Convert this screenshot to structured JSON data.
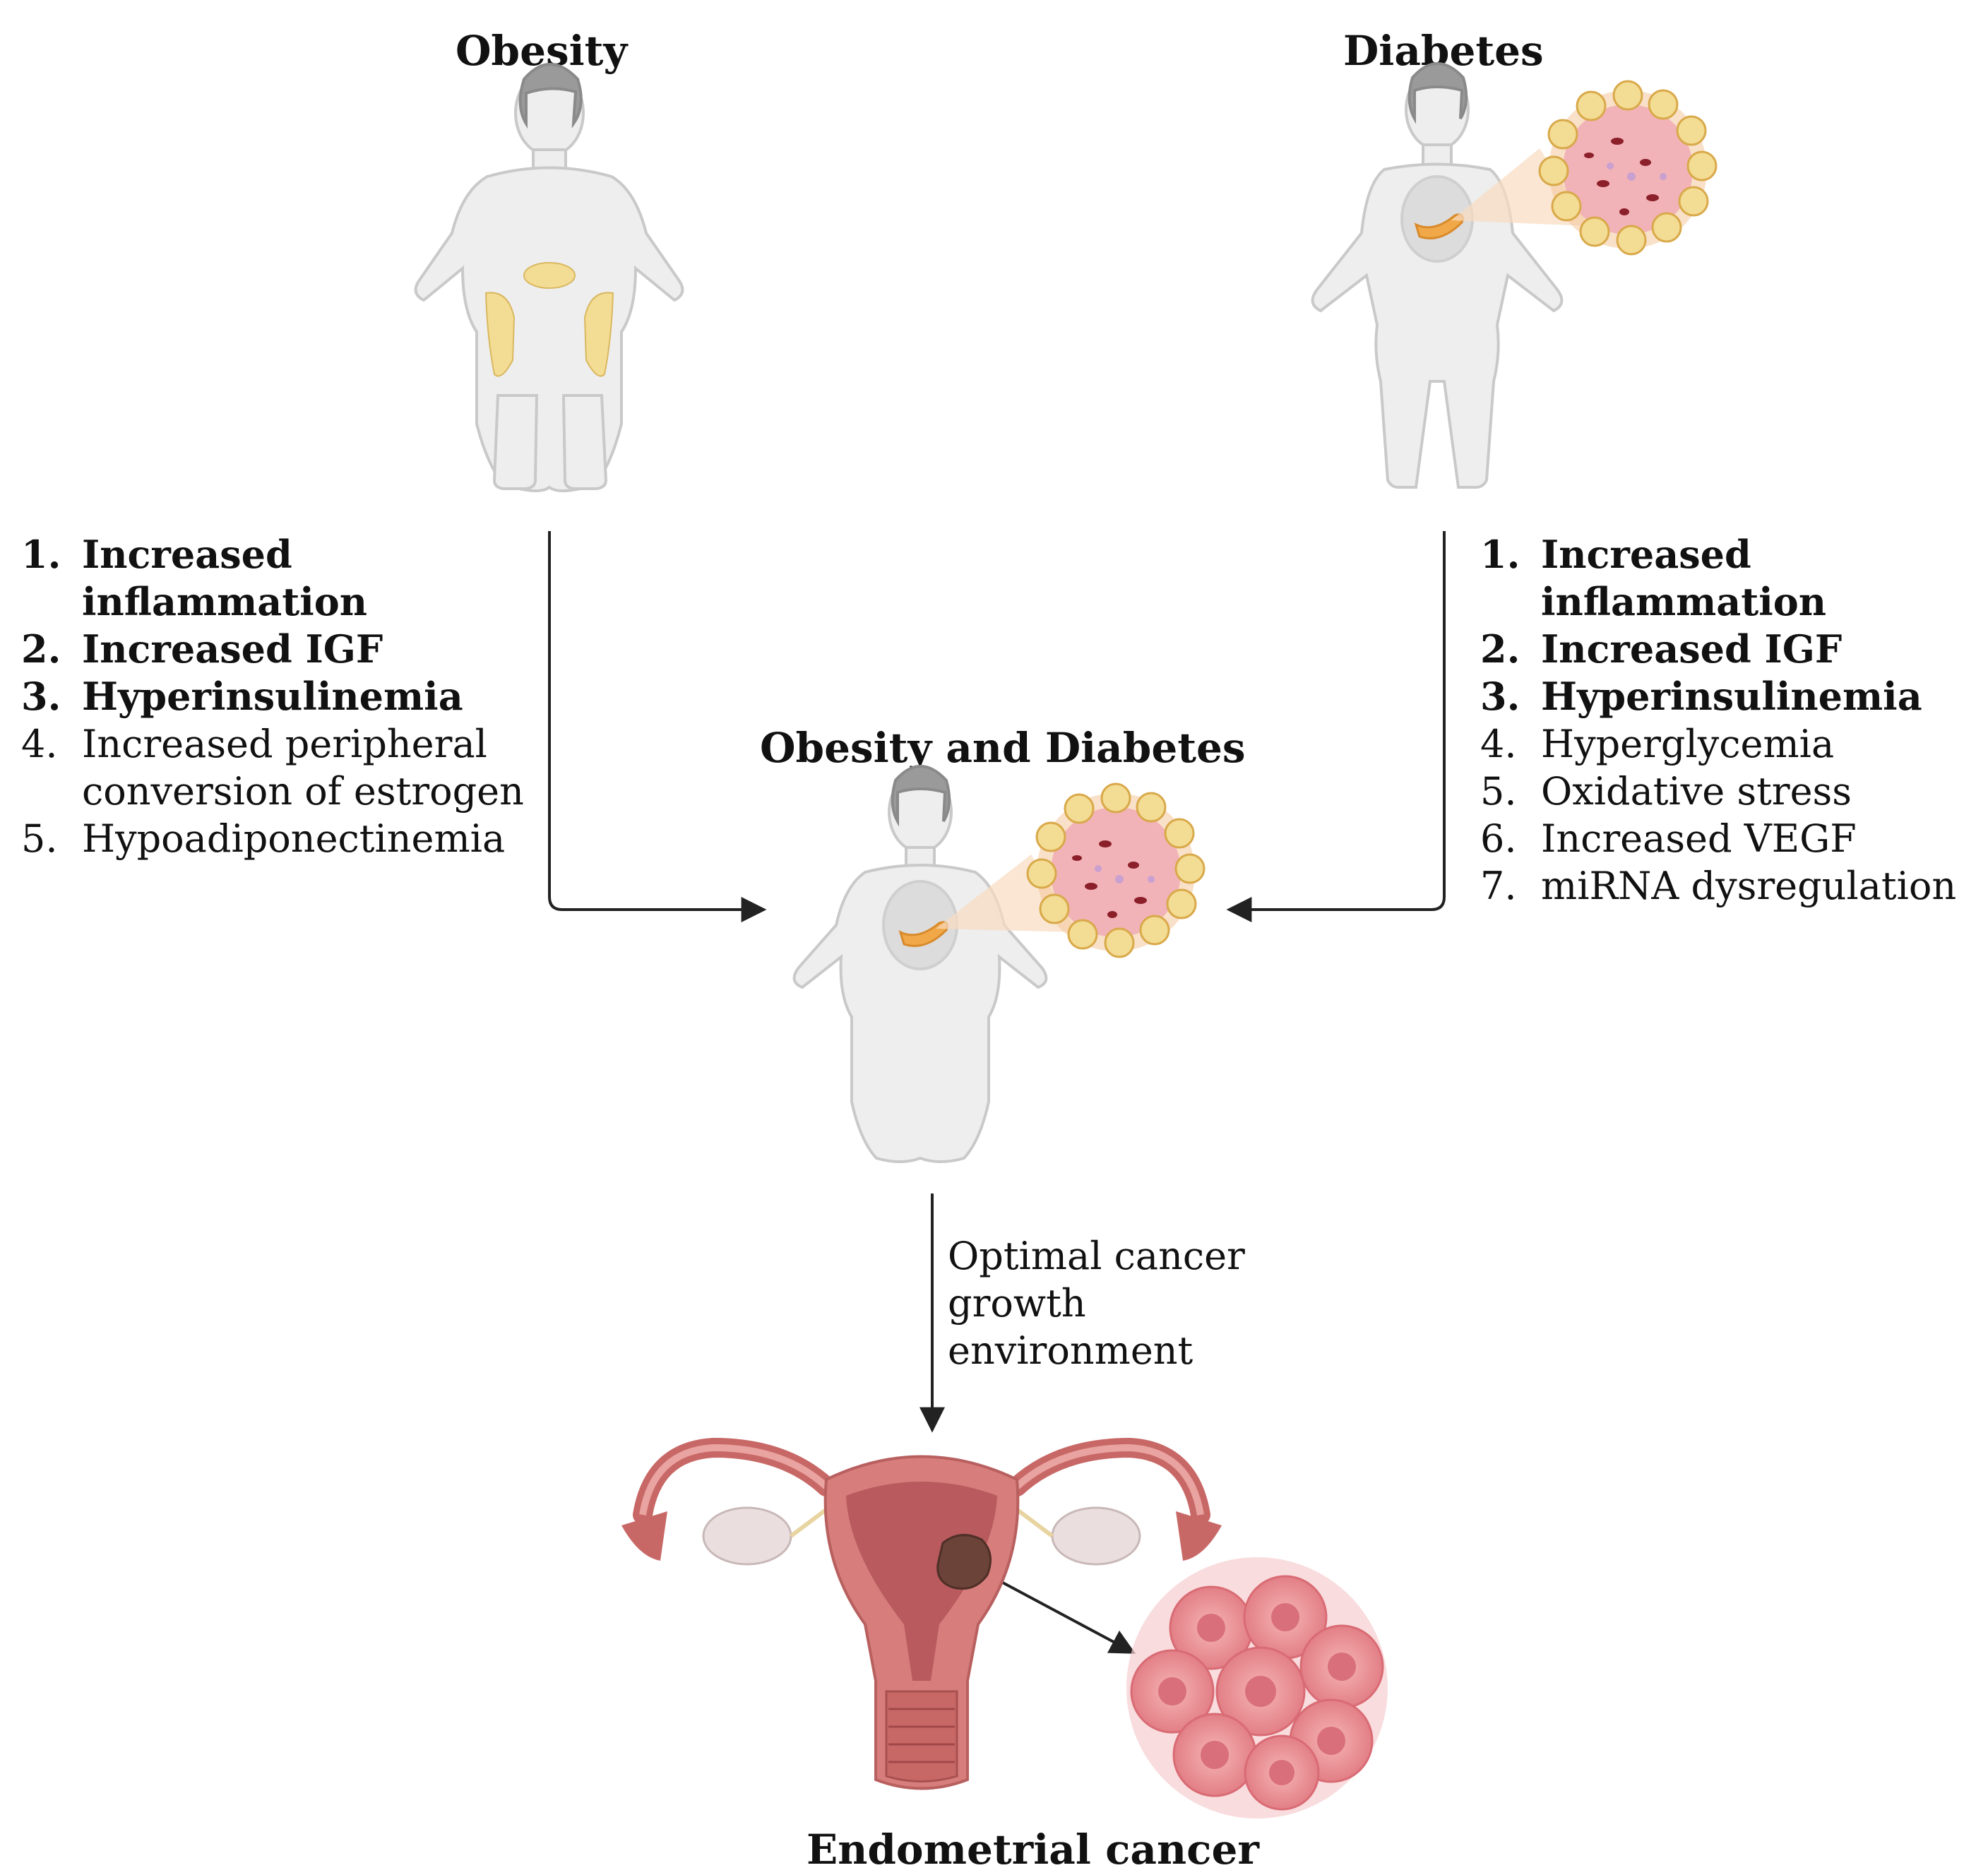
{
  "obesity": {
    "title": "Obesity",
    "factors": [
      {
        "num": "1.",
        "text": "Increased inflammation",
        "bold": true
      },
      {
        "num": "2.",
        "text": "Increased IGF",
        "bold": true
      },
      {
        "num": "3.",
        "text": "Hyperinsulinemia",
        "bold": true
      },
      {
        "num": "4.",
        "text": "Increased peripheral conversion of estrogen",
        "bold": false
      },
      {
        "num": "5.",
        "text": "Hypoadiponectinemia",
        "bold": false
      }
    ]
  },
  "diabetes": {
    "title": "Diabetes",
    "factors": [
      {
        "num": "1.",
        "text": "Increased inflammation",
        "bold": true
      },
      {
        "num": "2.",
        "text": "Increased IGF",
        "bold": true
      },
      {
        "num": "3.",
        "text": "Hyperinsulinemia",
        "bold": true
      },
      {
        "num": "4.",
        "text": "Hyperglycemia",
        "bold": false
      },
      {
        "num": "5.",
        "text": "Oxidative stress",
        "bold": false
      },
      {
        "num": "6.",
        "text": "Increased VEGF",
        "bold": false
      },
      {
        "num": "7.",
        "text": "miRNA dysregulation",
        "bold": false
      }
    ]
  },
  "combined": {
    "title": "Obesity and Diabetes"
  },
  "arrow_note": "Optimal cancer growth environment",
  "outcome": {
    "title": "Endometrial cancer"
  },
  "colors": {
    "body_fill": "#eeeeee",
    "body_stroke": "#c9c9c9",
    "fat_cell": "#f3dc93",
    "pancreas": "#f0a848",
    "uterus": "#d77d7c",
    "tumor": "#6b4338",
    "cancer_cell": "#e98f94",
    "arrow": "#222222"
  }
}
